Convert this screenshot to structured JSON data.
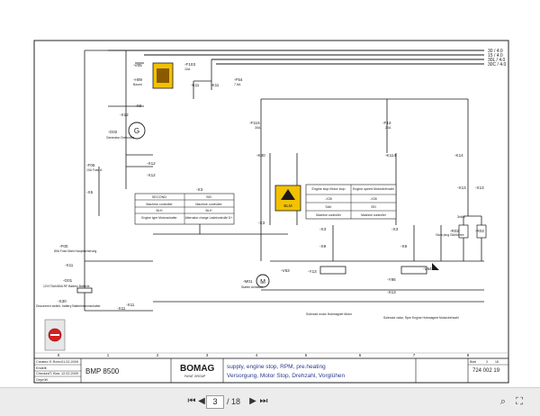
{
  "colors": {
    "line": "#1a1a1a",
    "relay_yellow": "#f2c200",
    "red_knob": "#d81e1e",
    "rail_blue": "#2a3a8c"
  },
  "rails": [
    "30 / 4.0",
    "15 / 4.0",
    "30L / 4.0",
    "30C / 4.0"
  ],
  "labels": {
    "v05": "-V05",
    "h09": "-H09",
    "h09_sub": "Bzumi",
    "f103": "-F103",
    "f103_sub": "10A",
    "k11a": "-K11",
    "f54": "-F54",
    "f54_sub": "7.5A",
    "x9a": "-X9",
    "x12a": "-X12",
    "g02": "-G02",
    "g02_sub": "Generator\nDreivolbie",
    "f05": "-F05",
    "f05_sub": "10A\nFuse A",
    "x5": "-X5",
    "f115": "-F115",
    "f115_sub": "30A",
    "f14": "-F14",
    "f14_sub": "20A",
    "k30": "-K30",
    "k114": "-K114",
    "k14": "-K14",
    "x12b": "-X12",
    "x12c": "-X12",
    "x3a": "-X3",
    "x3b": "-X3",
    "x3c": "-X3",
    "x3d": "-X3",
    "x9b": "-X9",
    "x9c": "-X9",
    "f00": "-F00",
    "f00_sub": "80A\nFuse Main\nHauptsicherung",
    "x11a": "-X11",
    "g01": "-G01",
    "g01_sub": "12V/70Ah/80A RF\nBattery\nBatterie",
    "s30": "-S30",
    "s30_sub": "Disconnect switch, battery\nBatterietrennschalter",
    "m01": "-M01",
    "m01_sub": "Starter\nAnlasser",
    "y13": "-Y13",
    "y13_sub": "Solenoid motor\nHubmagnet Motor",
    "y86": "-Y86",
    "y86_sub": "Solenoid valve, Rpm Engine\nHubmagnet Motordrehzahl",
    "v64": "-V64",
    "v63": "-V63",
    "x13a": "-X13",
    "x13b": "-X13",
    "x13c": "-X13",
    "r02a": "-R02",
    "r02b": "-R02",
    "r02_sub": "Glow plug\nGlühkerze",
    "r02_amp": "3x6A",
    "x11b": "-X11",
    "x11c": "-X11",
    "k11_rel": "-K11"
  },
  "tables": {
    "t1": {
      "head": [
        "SECOND",
        "SEI"
      ],
      "rows": [
        [
          "Machine controller",
          "Machine controller"
        ],
        [
          "BLH",
          "BLH"
        ],
        [
          "Engine type\nMotorschalter",
          "Alternator charge\nLadekontrolle D+"
        ]
      ]
    },
    "t2": {
      "head": [
        "Engine stop\nMotor stop",
        "Engine speed\nMotordrehzahl"
      ],
      "rows": [
        [
          "-X35",
          "-X35"
        ],
        [
          "SAK",
          "SEI"
        ],
        [
          "Machine controller",
          "Machine controller"
        ]
      ]
    }
  },
  "bxm": "BLM",
  "grid_numbers": [
    "0",
    "1",
    "2",
    "3",
    "4",
    "5",
    "6",
    "7",
    "8"
  ],
  "title_block": {
    "rows": [
      [
        "Created",
        "E.Rohn",
        "01.02.2009"
      ],
      [
        "Erstellt",
        "",
        ""
      ],
      [
        "Checked",
        "T. Klas",
        "12.02.2009"
      ],
      [
        "Geprüft",
        "",
        ""
      ]
    ],
    "model": "BMP 8500",
    "brand": "BOMAG",
    "brand_sub": "FAYAT GROUP",
    "title_en": "supply, engine stop, RPM, pre.heating",
    "title_de": "Versorgung, Motor Stop, Drehzahl, Vorglühen",
    "doc_no": "724 002 19",
    "sheet_label": "Blatt",
    "sheet_no": "3",
    "sheet_total": "18"
  },
  "viewer": {
    "page_current": "3",
    "page_total": "/ 18"
  }
}
